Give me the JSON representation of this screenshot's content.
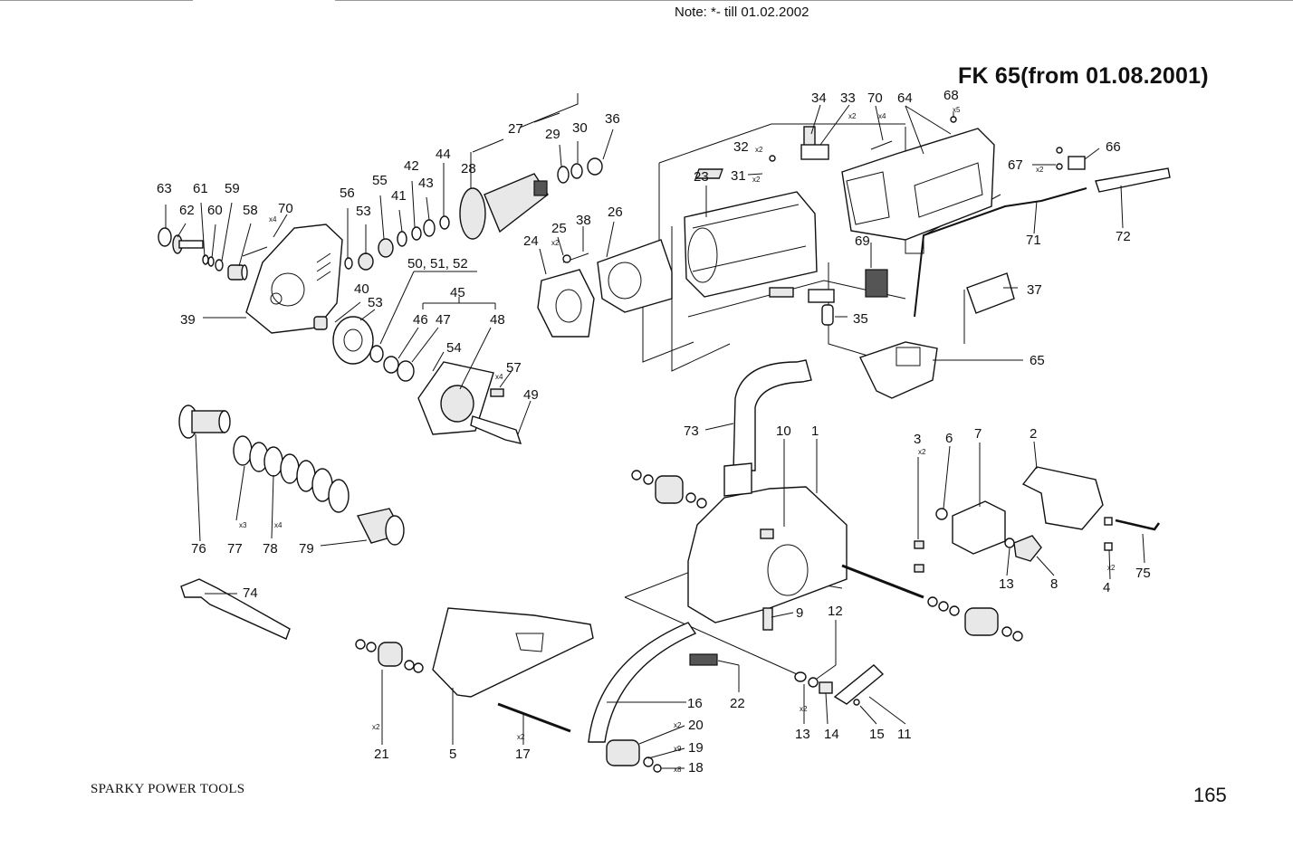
{
  "header": {
    "note": "Note: *- till 01.02.2002",
    "title": "FK 65(from 01.08.2001)"
  },
  "footer": {
    "brand": "SPARKY POWER TOOLS",
    "page_number": "165"
  },
  "callouts": [
    {
      "id": "p1",
      "label": "1"
    },
    {
      "id": "p2",
      "label": "2"
    },
    {
      "id": "p3",
      "label": "3"
    },
    {
      "id": "p4",
      "label": "4"
    },
    {
      "id": "p5",
      "label": "5"
    },
    {
      "id": "p6",
      "label": "6"
    },
    {
      "id": "p7",
      "label": "7"
    },
    {
      "id": "p8",
      "label": "8"
    },
    {
      "id": "p9",
      "label": "9"
    },
    {
      "id": "p10",
      "label": "10"
    },
    {
      "id": "p11",
      "label": "11"
    },
    {
      "id": "p12",
      "label": "12"
    },
    {
      "id": "p13a",
      "label": "13"
    },
    {
      "id": "p13b",
      "label": "13"
    },
    {
      "id": "p14",
      "label": "14"
    },
    {
      "id": "p15",
      "label": "15"
    },
    {
      "id": "p16",
      "label": "16"
    },
    {
      "id": "p17",
      "label": "17"
    },
    {
      "id": "p18",
      "label": "18"
    },
    {
      "id": "p19",
      "label": "19"
    },
    {
      "id": "p20",
      "label": "20"
    },
    {
      "id": "p21",
      "label": "21"
    },
    {
      "id": "p22",
      "label": "22"
    },
    {
      "id": "p23",
      "label": "23"
    },
    {
      "id": "p24",
      "label": "24"
    },
    {
      "id": "p25",
      "label": "25"
    },
    {
      "id": "p26",
      "label": "26"
    },
    {
      "id": "p27",
      "label": "27"
    },
    {
      "id": "p28",
      "label": "28"
    },
    {
      "id": "p29",
      "label": "29"
    },
    {
      "id": "p30",
      "label": "30"
    },
    {
      "id": "p31",
      "label": "31"
    },
    {
      "id": "p32",
      "label": "32"
    },
    {
      "id": "p33",
      "label": "33"
    },
    {
      "id": "p34",
      "label": "34"
    },
    {
      "id": "p35",
      "label": "35"
    },
    {
      "id": "p36",
      "label": "36"
    },
    {
      "id": "p37",
      "label": "37"
    },
    {
      "id": "p38",
      "label": "38"
    },
    {
      "id": "p39",
      "label": "39"
    },
    {
      "id": "p40",
      "label": "40"
    },
    {
      "id": "p41",
      "label": "41"
    },
    {
      "id": "p42",
      "label": "42"
    },
    {
      "id": "p43",
      "label": "43"
    },
    {
      "id": "p44",
      "label": "44"
    },
    {
      "id": "p45",
      "label": "45"
    },
    {
      "id": "p46",
      "label": "46"
    },
    {
      "id": "p47",
      "label": "47"
    },
    {
      "id": "p48",
      "label": "48"
    },
    {
      "id": "p49",
      "label": "49"
    },
    {
      "id": "p505152",
      "label": "50, 51, 52"
    },
    {
      "id": "p53a",
      "label": "53"
    },
    {
      "id": "p53b",
      "label": "53"
    },
    {
      "id": "p54",
      "label": "54"
    },
    {
      "id": "p55",
      "label": "55"
    },
    {
      "id": "p56",
      "label": "56"
    },
    {
      "id": "p57",
      "label": "57"
    },
    {
      "id": "p58",
      "label": "58"
    },
    {
      "id": "p59",
      "label": "59"
    },
    {
      "id": "p60",
      "label": "60"
    },
    {
      "id": "p61",
      "label": "61"
    },
    {
      "id": "p62",
      "label": "62"
    },
    {
      "id": "p63",
      "label": "63"
    },
    {
      "id": "p64",
      "label": "64"
    },
    {
      "id": "p65",
      "label": "65"
    },
    {
      "id": "p66",
      "label": "66"
    },
    {
      "id": "p67",
      "label": "67"
    },
    {
      "id": "p68",
      "label": "68"
    },
    {
      "id": "p69",
      "label": "69"
    },
    {
      "id": "p70a",
      "label": "70"
    },
    {
      "id": "p70b",
      "label": "70"
    },
    {
      "id": "p71",
      "label": "71"
    },
    {
      "id": "p72",
      "label": "72"
    },
    {
      "id": "p73",
      "label": "73"
    },
    {
      "id": "p74",
      "label": "74"
    },
    {
      "id": "p75",
      "label": "75"
    },
    {
      "id": "p76",
      "label": "76"
    },
    {
      "id": "p77",
      "label": "77"
    },
    {
      "id": "p78",
      "label": "78"
    },
    {
      "id": "p79",
      "label": "79"
    }
  ],
  "quantities": [
    {
      "id": "q3",
      "label": "x2"
    },
    {
      "id": "q4",
      "label": "x2"
    },
    {
      "id": "q13",
      "label": "x2"
    },
    {
      "id": "q17",
      "label": "x2"
    },
    {
      "id": "q18",
      "label": "x8"
    },
    {
      "id": "q19",
      "label": "x9"
    },
    {
      "id": "q20",
      "label": "x2"
    },
    {
      "id": "q21",
      "label": "x2"
    },
    {
      "id": "q25",
      "label": "x2"
    },
    {
      "id": "q31",
      "label": "x2"
    },
    {
      "id": "q32",
      "label": "x2"
    },
    {
      "id": "q33",
      "label": "x2"
    },
    {
      "id": "q57",
      "label": "x4"
    },
    {
      "id": "q67",
      "label": "x2"
    },
    {
      "id": "q68",
      "label": "x5"
    },
    {
      "id": "q70a",
      "label": "x4"
    },
    {
      "id": "q70b",
      "label": "x4"
    },
    {
      "id": "q77",
      "label": "x3"
    },
    {
      "id": "q78",
      "label": "x4"
    }
  ]
}
